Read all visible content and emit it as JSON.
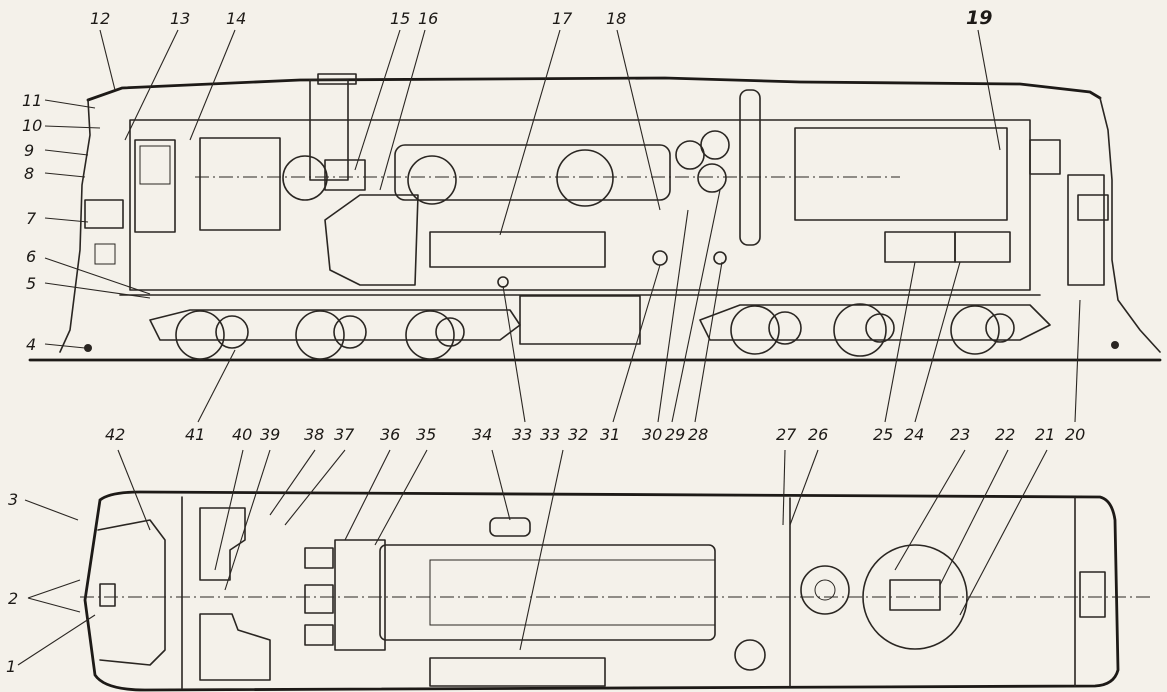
{
  "callouts_side": [
    "12",
    "13",
    "14",
    "15",
    "16",
    "17",
    "18",
    "19",
    "11",
    "10",
    "9",
    "8",
    "7",
    "6",
    "5",
    "4",
    "41",
    "33",
    "31",
    "30",
    "29",
    "28",
    "25",
    "24",
    "20"
  ],
  "callouts_plan": [
    "42",
    "40",
    "39",
    "38",
    "37",
    "36",
    "35",
    "34",
    "33",
    "32",
    "27",
    "26",
    "23",
    "22",
    "21",
    "3",
    "2",
    "1"
  ]
}
